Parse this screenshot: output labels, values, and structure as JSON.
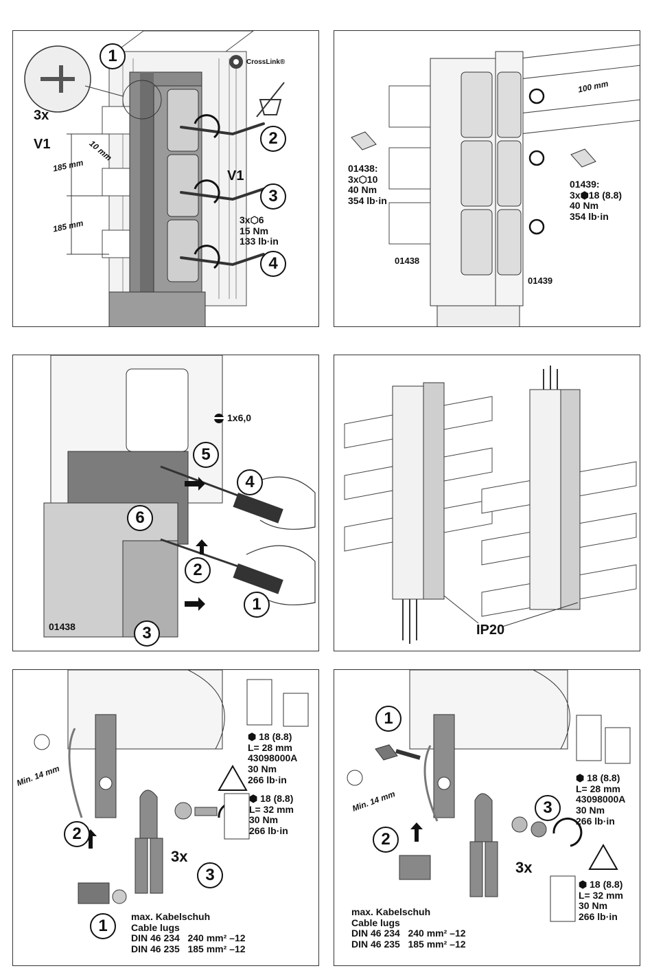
{
  "panel1": {
    "qty": "3x",
    "v1_left": "V1",
    "v1_right": "V1",
    "dim_upper": "185 mm",
    "dim_lower": "185 mm",
    "dim_gap": "10 mm",
    "brand": "CrossLink®",
    "torque": "3x⬡6\n15 Nm\n133 lb·in",
    "steps": [
      "1",
      "2",
      "3",
      "4"
    ]
  },
  "panel2": {
    "spec_left": "01438:\n3x⬡10\n40 Nm\n354 lb·in",
    "spec_right": "01439:\n3x⬢18 (8.8)\n40 Nm\n354 lb·in",
    "dim": "100 mm",
    "code_left": "01438",
    "code_right": "01439"
  },
  "panel3": {
    "tool": "1x6,0",
    "code": "01438",
    "steps": [
      "5",
      "4",
      "6",
      "2",
      "1",
      "3"
    ]
  },
  "panel4": {
    "label": "IP20"
  },
  "panel5": {
    "min": "Min. 14 mm",
    "spec_top": "⬢ 18 (8.8)\nL= 28 mm\n43098000A\n30 Nm\n266 lb·in",
    "spec_mid": "⬢ 18 (8.8)\nL= 32 mm\n30 Nm\n266 lb·in",
    "qty": "3x",
    "cable": "max. Kabelschuh\nCable lugs\nDIN 46 234   240 mm² –12\nDIN 46 235   185 mm² –12",
    "steps": [
      "2",
      "3",
      "1"
    ]
  },
  "panel6": {
    "min": "Min. 14 mm",
    "spec_top": "⬢ 18 (8.8)\nL= 28 mm\n43098000A\n30 Nm\n266 lb·in",
    "spec_bottom": "⬢ 18 (8.8)\nL= 32 mm\n30 Nm\n266 lb·in",
    "qty": "3x",
    "cable": "max. Kabelschuh\nCable lugs\nDIN 46 234   240 mm² –12\nDIN 46 235   185 mm² –12",
    "steps": [
      "1",
      "2",
      "3"
    ]
  },
  "colors": {
    "line": "#333333",
    "shade": "#7a7a7a",
    "light": "#d9d9d9"
  }
}
